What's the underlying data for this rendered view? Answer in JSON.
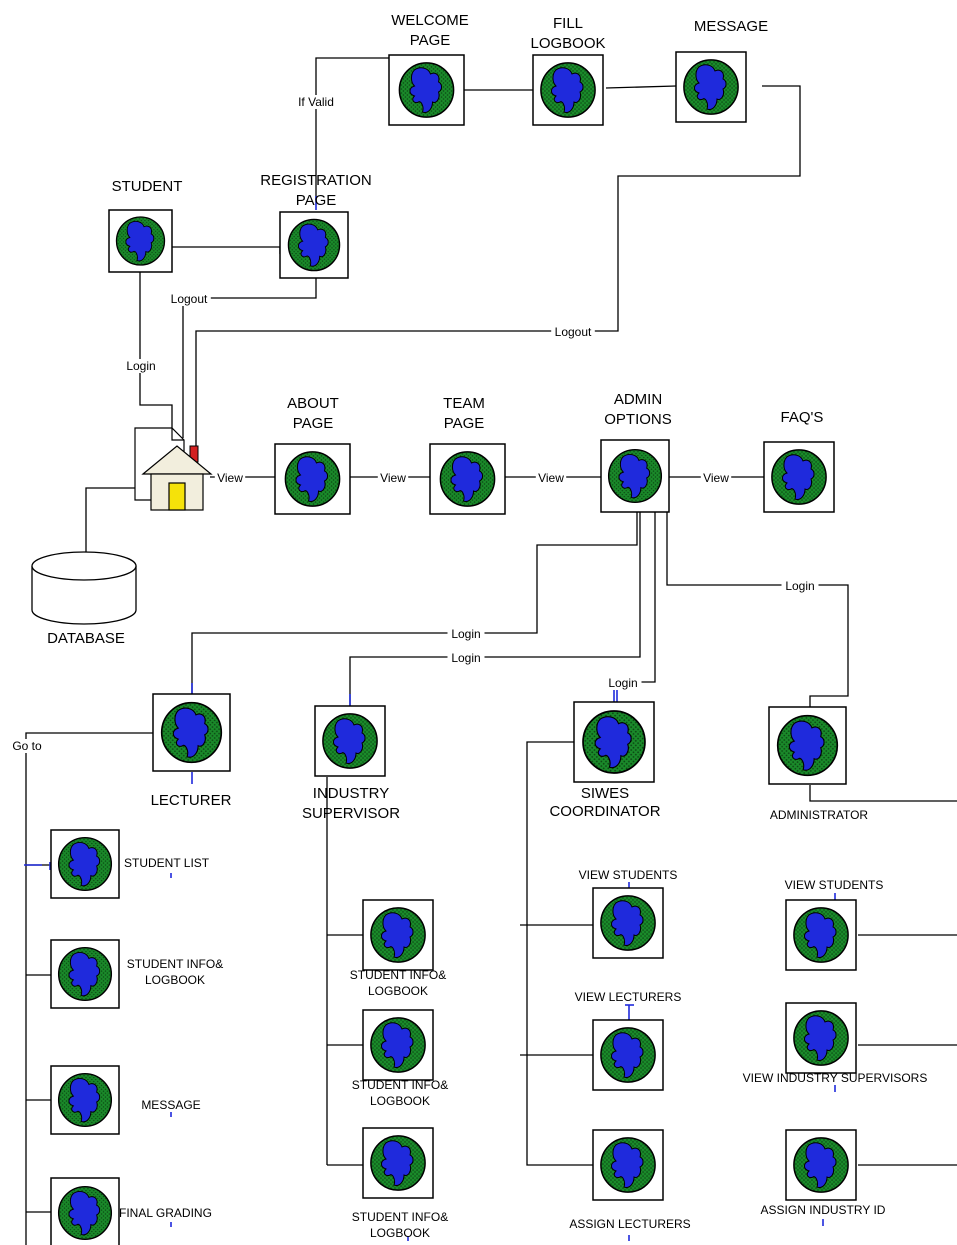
{
  "diagram": {
    "nodes": {
      "welcome": [
        "WELCOME",
        "PAGE"
      ],
      "fill_logbook": [
        "FILL",
        "LOGBOOK"
      ],
      "message_top": [
        "MESSAGE"
      ],
      "student": [
        "STUDENT"
      ],
      "registration": [
        "REGISTRATION",
        "PAGE"
      ],
      "about": [
        "ABOUT",
        "PAGE"
      ],
      "team": [
        "TEAM",
        "PAGE"
      ],
      "admin_options": [
        "ADMIN",
        "OPTIONS"
      ],
      "faq": [
        "FAQ'S"
      ],
      "database": [
        "DATABASE"
      ],
      "lecturer": [
        "LECTURER"
      ],
      "industry_supervisor": [
        "INDUSTRY",
        "SUPERVISOR"
      ],
      "siwes_coordinator": [
        "SIWES",
        "COORDINATOR"
      ],
      "administrator": [
        "ADMINISTRATOR"
      ],
      "student_list": [
        "STUDENT LIST"
      ],
      "lect_student_info": [
        "STUDENT INFO&",
        "LOGBOOK"
      ],
      "lect_message": [
        "MESSAGE"
      ],
      "final_grading": [
        "FINAL GRADING"
      ],
      "ind_student_info_1": [
        "STUDENT INFO&",
        "LOGBOOK"
      ],
      "ind_student_info_2": [
        "STUDENT INFO&",
        "LOGBOOK"
      ],
      "ind_student_info_3": [
        "STUDENT INFO&",
        "LOGBOOK"
      ],
      "siwes_view_students": [
        "VIEW STUDENTS"
      ],
      "siwes_view_lecturers": [
        "VIEW LECTURERS"
      ],
      "siwes_assign_lecturers": [
        "ASSIGN LECTURERS"
      ],
      "admin_view_students": [
        "VIEW STUDENTS"
      ],
      "admin_view_supervisors": [
        "VIEW INDUSTRY SUPERVISORS"
      ],
      "admin_assign_id": [
        "ASSIGN INDUSTRY ID"
      ]
    },
    "edge_labels": {
      "if_valid": "If Valid",
      "logout_1": "Logout",
      "logout_2": "Logout",
      "login_student": "Login",
      "view_1": "View",
      "view_2": "View",
      "view_3": "View",
      "view_4": "View",
      "login_lecturer": "Login",
      "login_industry": "Login",
      "login_siwes": "Login",
      "login_admin": "Login",
      "go_to": "Go to"
    }
  }
}
